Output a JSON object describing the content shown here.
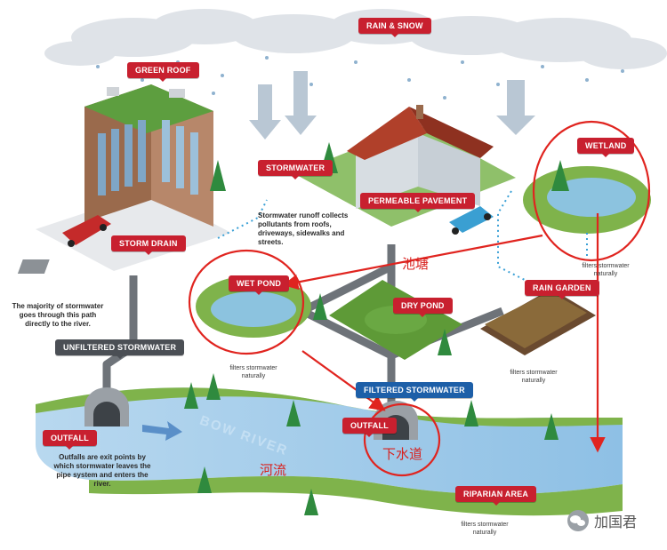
{
  "labels": {
    "rain_snow": "RAIN & SNOW",
    "green_roof": "GREEN ROOF",
    "stormwater": "STORMWATER",
    "permeable_pavement": "PERMEABLE PAVEMENT",
    "wetland": "WETLAND",
    "storm_drain": "STORM DRAIN",
    "wet_pond": "WET POND",
    "dry_pond": "DRY POND",
    "rain_garden": "RAIN GARDEN",
    "unfiltered_stormwater": "UNFILTERED STORMWATER",
    "filtered_stormwater": "FILTERED STORMWATER",
    "outfall_left": "OUTFALL",
    "outfall_center": "OUTFALL",
    "riparian_area": "RIPARIAN AREA",
    "bow_river": "BOW RIVER"
  },
  "notes": {
    "runoff": "Stormwater runoff collects pollutants from roofs, driveways, sidewalks and streets.",
    "majority": "The majority of stormwater goes through this path directly to the river.",
    "outfalls": "Outfalls are exit points by which stormwater leaves the pipe system and enters the river.",
    "filters_wetland": "filters stormwater naturally",
    "filters_wetpond": "filters stormwater naturally",
    "filters_raingarden": "filters stormwater naturally",
    "filters_riparian": "filters stormwater naturally"
  },
  "annotations": {
    "pond_cn": "池塘",
    "river_cn": "河流",
    "sewer_cn": "下水道"
  },
  "watermark": {
    "text": "加国君",
    "icon": "wechat-icon"
  },
  "colors": {
    "label_red": "#c8202f",
    "label_blue": "#1d5fa8",
    "label_grey": "#4b4f55",
    "annotation_red": "#e0241f",
    "river": "#9cc7e6",
    "grass": "#7fb34b",
    "pipe": "#6e7379"
  }
}
